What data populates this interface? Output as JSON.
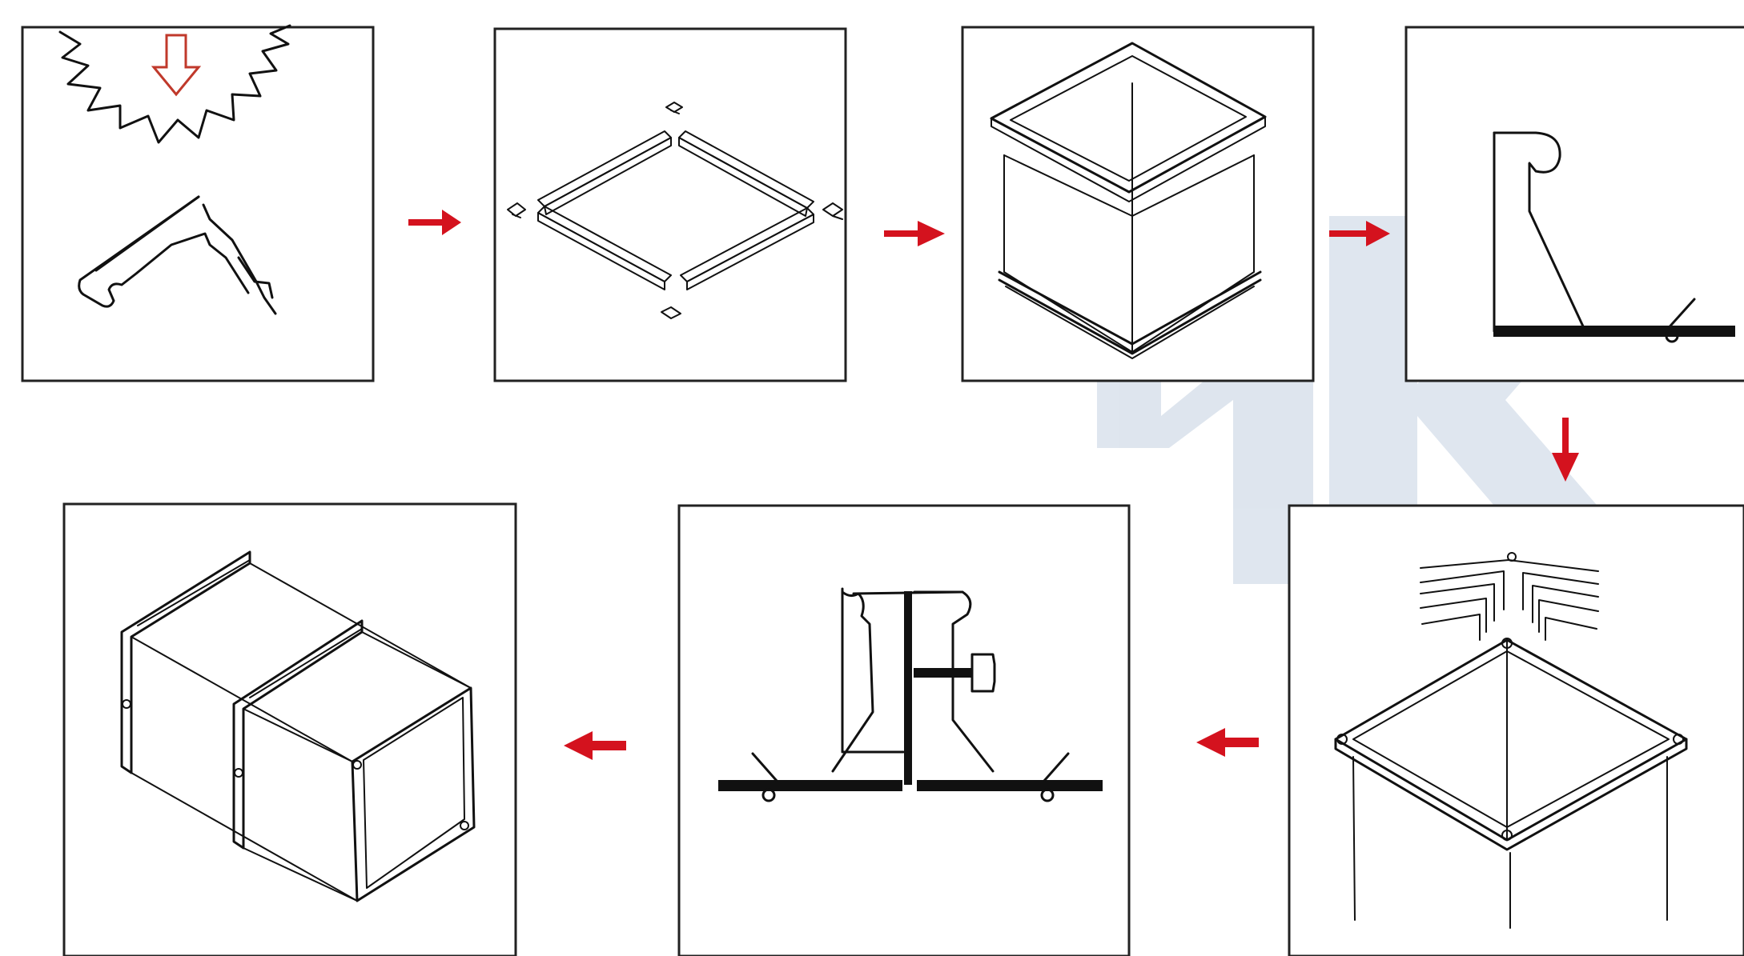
{
  "diagram": {
    "steps": [
      {
        "id": 1,
        "icon": "flange-profile-rolling-icon"
      },
      {
        "id": 2,
        "icon": "flange-frame-assembly-icon"
      },
      {
        "id": 3,
        "icon": "frame-on-duct-icon"
      },
      {
        "id": 4,
        "icon": "flange-profile-section-icon"
      },
      {
        "id": 5,
        "icon": "frame-corner-detail-icon"
      },
      {
        "id": 6,
        "icon": "flange-joint-section-icon"
      },
      {
        "id": 7,
        "icon": "assembled-duct-sections-icon"
      }
    ],
    "connectors": [
      {
        "from": 1,
        "to": 2,
        "direction": "right"
      },
      {
        "from": 2,
        "to": 3,
        "direction": "right"
      },
      {
        "from": 3,
        "to": 4,
        "direction": "right"
      },
      {
        "from": 4,
        "to": 5,
        "direction": "down"
      },
      {
        "from": 5,
        "to": 6,
        "direction": "left"
      },
      {
        "from": 6,
        "to": 7,
        "direction": "left"
      }
    ],
    "colors": {
      "arrow": "#d4121e",
      "outline": "#111111",
      "frame": "#222222",
      "watermark": "#1f4e8c",
      "press_arrow": "#c0392b"
    }
  }
}
